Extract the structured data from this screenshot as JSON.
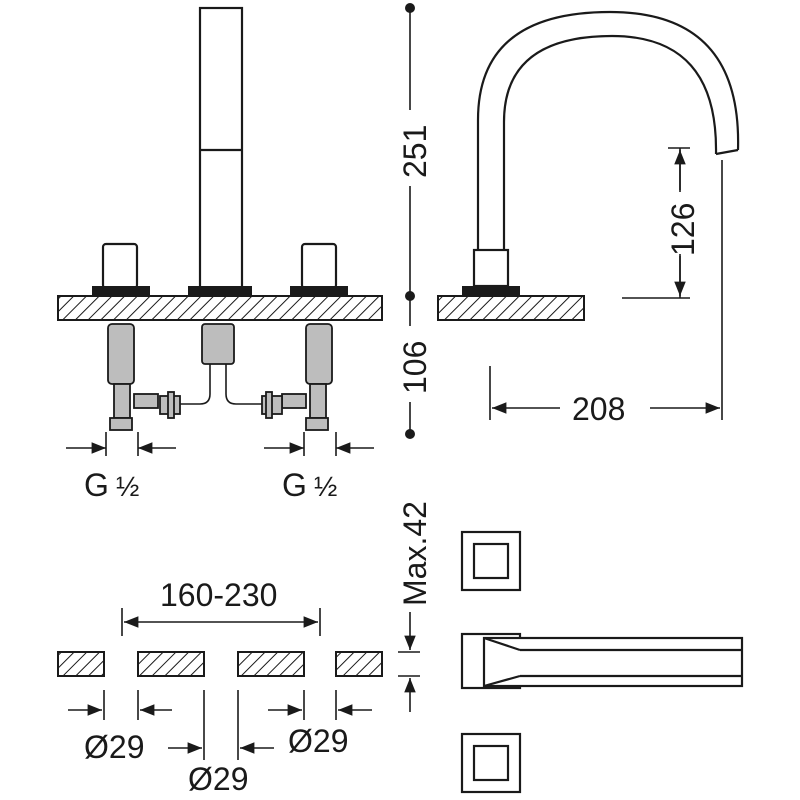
{
  "dimensions": {
    "body_height": "251",
    "below_deck": "106",
    "spout_height": "126",
    "spout_reach": "208",
    "max_thickness": "Max.42",
    "hole_spacing": "160-230",
    "hole_left": "Ø29",
    "hole_center": "Ø29",
    "hole_right": "Ø29"
  },
  "connections": {
    "left_thread": "G",
    "left_fraction": "½",
    "right_thread": "G",
    "right_fraction": "½"
  }
}
